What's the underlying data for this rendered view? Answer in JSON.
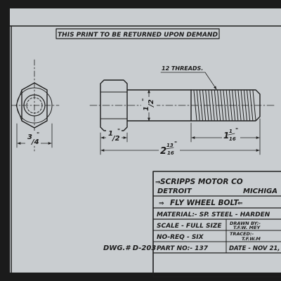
{
  "notice": "THIS PRINT TO BE RETURNED UPON DEMAND",
  "dimensions": {
    "threads": "12 THREADS.",
    "hex_across_flats": {
      "whole": "3",
      "frac": "/4",
      "unit": "\""
    },
    "head_height": {
      "whole": "1",
      "frac": "/2",
      "unit": "\""
    },
    "diameter": {
      "whole": "1",
      "frac": "/2",
      "unit": "\""
    },
    "total_length": {
      "whole": "2",
      "num": "13",
      "den": "16",
      "unit": "\""
    },
    "thread_length": {
      "whole": "1",
      "num": "1",
      "den": "16",
      "unit": "\""
    }
  },
  "drawing_number": "DWG.# D-203",
  "title_block": {
    "company": "SCRIPPS MOTOR CO",
    "city": "DETROIT",
    "state": "MICHIGA",
    "part_name": "FLY WHEEL BOLT",
    "material": "MATERIAL:- SP. STEEL - HARDEN",
    "scale": "SCALE - FULL SIZE",
    "drawn_by_label": "DRAWN BY:-",
    "drawn_by": "T.F.W. MEY",
    "no_req": "NO-REQ - SIX",
    "traced_label": "TRACED:-",
    "traced_by": "T.F.W.M",
    "part_no": "PART NO:- 137",
    "date": "DATE - NOV 21, 1"
  },
  "colors": {
    "paper": "#c9cdd0",
    "ink": "#1e1e1e",
    "frame": "#1b1b1b"
  }
}
